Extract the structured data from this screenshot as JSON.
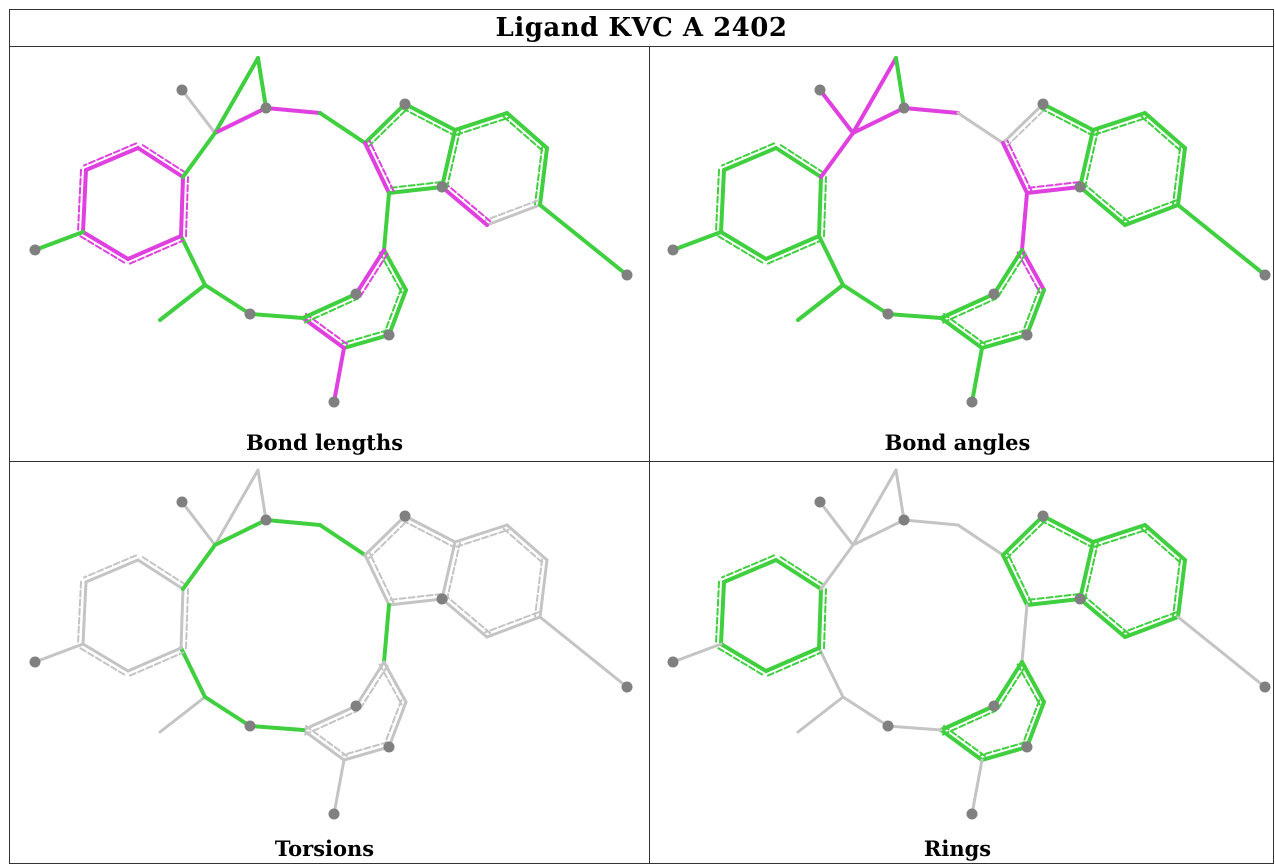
{
  "title": "Ligand KVC A 2402",
  "colors": {
    "ok": "#3fcf3f",
    "outlier": "#e040e0",
    "inactive": "#c4c4c4",
    "atom": "#808080"
  },
  "panels": [
    {
      "id": "bond-lengths",
      "caption": "Bond lengths"
    },
    {
      "id": "bond-angles",
      "caption": "Bond angles"
    },
    {
      "id": "torsions",
      "caption": "Torsions"
    },
    {
      "id": "rings",
      "caption": "Rings"
    }
  ]
}
